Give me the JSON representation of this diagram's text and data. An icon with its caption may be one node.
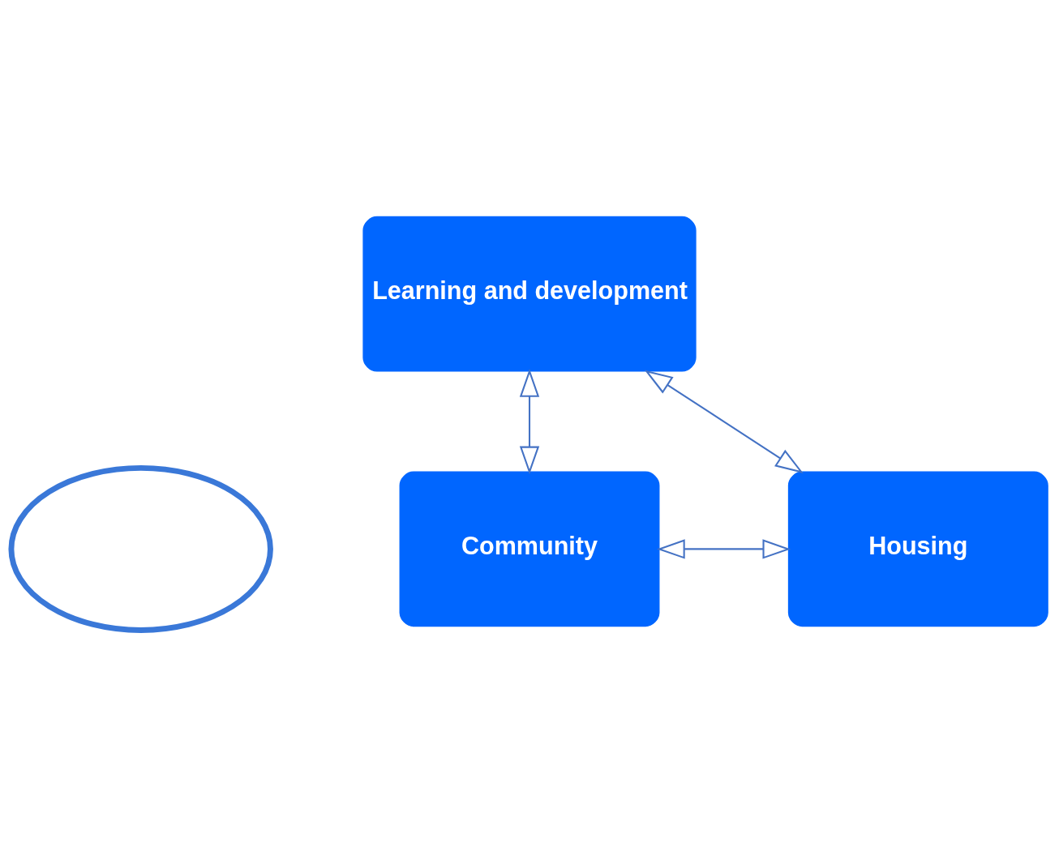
{
  "diagram": {
    "nodes": [
      {
        "text": [
          "Learning and development"
        ]
      },
      {
        "text": [],
        "shape": "ellipse"
      },
      {
        "text": [
          "Community"
        ]
      },
      {
        "text": [
          "Housing"
        ]
      }
    ],
    "edges": [
      {
        "from": 0,
        "to": 2,
        "arrow": "both"
      },
      {
        "from": 0,
        "to": 3,
        "arrow": "both"
      },
      {
        "from": 2,
        "to": 3,
        "arrow": "both"
      }
    ]
  }
}
